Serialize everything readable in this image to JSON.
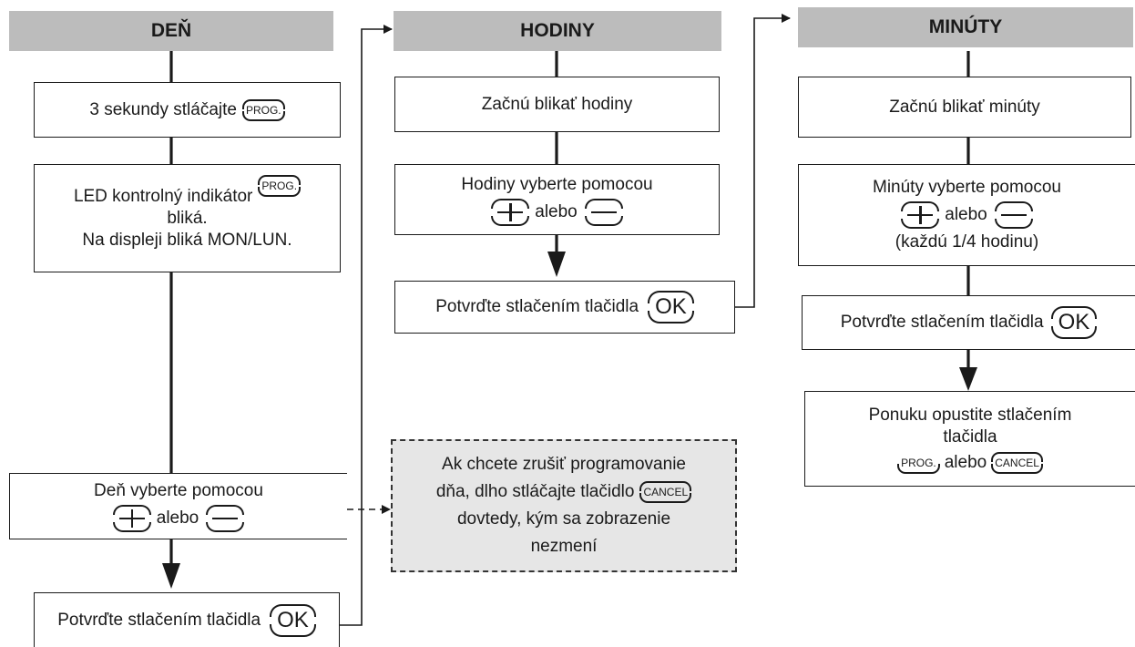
{
  "columns": {
    "day": {
      "header": "DEŇ",
      "step1": {
        "text": "3 sekundy stláčajte",
        "key": "PROG."
      },
      "step2": {
        "line1": "LED kontrolný indikátor",
        "key": "PROG.",
        "line2": "bliká.",
        "line3": "Na displeji bliká MON/LUN."
      },
      "step3": {
        "text": "Deň vyberte pomocou",
        "or": "alebo"
      },
      "step4": {
        "text": "Potvrďte stlačením tlačidla",
        "key": "OK"
      }
    },
    "hours": {
      "header": "HODINY",
      "step1": {
        "text": "Začnú blikať hodiny"
      },
      "step2": {
        "text": "Hodiny vyberte pomocou",
        "or": "alebo"
      },
      "step3": {
        "text": "Potvrďte stlačením tlačidla",
        "key": "OK"
      }
    },
    "minutes": {
      "header": "MINÚTY",
      "step1": {
        "text": "Začnú blikať minúty"
      },
      "step2": {
        "text": "Minúty vyberte pomocou",
        "or": "alebo",
        "note": "(každú 1/4 hodinu)"
      },
      "step3": {
        "text": "Potvrďte stlačením tlačidla",
        "key": "OK"
      },
      "step4": {
        "line1": "Ponuku opustite stlačením",
        "line2": "tlačidla",
        "key1": "PROG.",
        "or": "alebo",
        "key2": "CANCEL"
      }
    }
  },
  "cancel_note": {
    "line1": "Ak chcete zrušiť programovanie",
    "line2": "dňa, dlho stláčajte tlačidlo",
    "key": "CANCEL",
    "line3": "dovtedy, kým sa zobrazenie",
    "line4": "nezmení"
  },
  "colors": {
    "header_bg": "#bcbcbc",
    "note_bg": "#e6e6e6",
    "line": "#1a1a1a"
  }
}
